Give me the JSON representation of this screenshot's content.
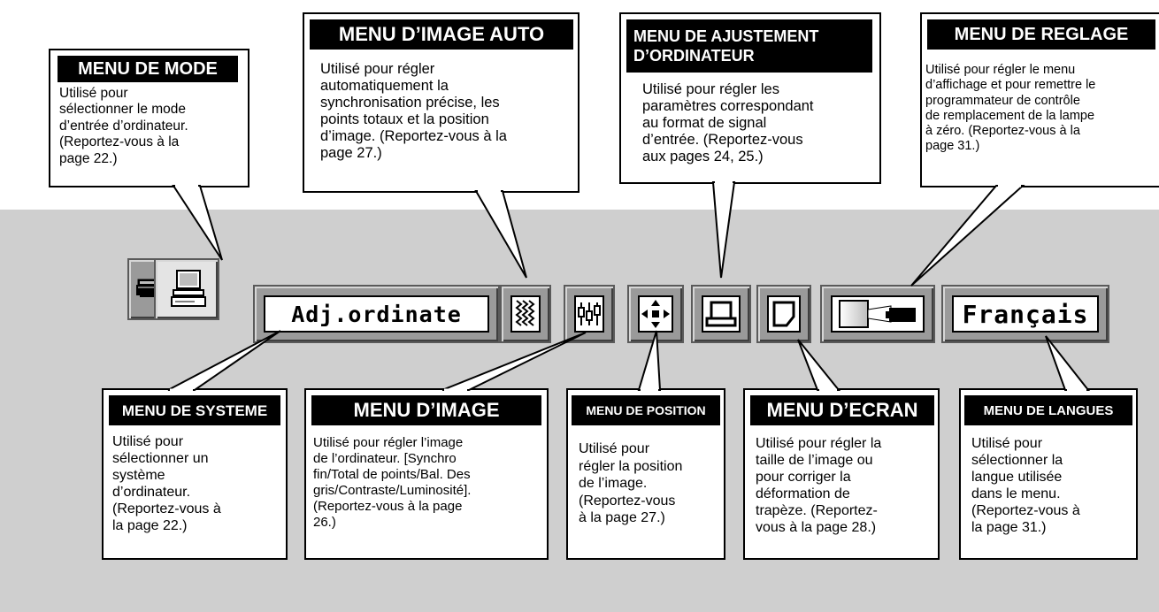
{
  "callouts": {
    "mode": {
      "title": "MENU DE MODE",
      "desc": "Utilisé pour\nsélectionner le mode\nd’entrée d’ordinateur.\n(Reportez-vous à la\npage 22.)"
    },
    "auto": {
      "title": "MENU D’IMAGE AUTO",
      "desc": "Utilisé pour régler\nautomatiquement la\nsynchronisation précise, les\npoints totaux et la position\nd’image. (Reportez-vous à la\npage 27.)"
    },
    "adjust": {
      "title_line1": "MENU DE AJUSTEMENT",
      "title_line2": "D’ORDINATEUR",
      "desc": "Utilisé pour régler les\nparamètres correspondant\nau format de signal\nd’entrée. (Reportez-vous\naux pages 24, 25.)"
    },
    "reglage": {
      "title": "MENU DE REGLAGE",
      "desc": "Utilisé pour régler le menu\nd’affichage et pour remettre le\nprogrammateur de contrôle\nde remplacement de la lampe\nà zéro. (Reportez-vous à la\npage 31.)"
    },
    "systeme": {
      "title": "MENU DE SYSTEME",
      "desc": "Utilisé pour\nsélectionner un\nsystème\nd’ordinateur.\n(Reportez-vous à\nla page 22.)"
    },
    "image": {
      "title": "MENU D’IMAGE",
      "desc": "Utilisé pour régler l’image\nde l’ordinateur. [Synchro\nfin/Total de points/Bal. Des\ngris/Contraste/Luminosité].\n(Reportez-vous à la page\n26.)"
    },
    "position": {
      "title": "MENU DE POSITION",
      "desc": "Utilisé pour\nrégler la position\nde l’image.\n(Reportez-vous\nà la page 27.)"
    },
    "ecran": {
      "title": "MENU D’ECRAN",
      "desc": "Utilisé pour régler la\ntaille de l’image ou\npour corriger la\ndéformation de\ntrapèze. (Reportez-\nvous à la page 28.)"
    },
    "langues": {
      "title": "MENU DE LANGUES",
      "desc": "Utilisé pour\nsélectionner la\nlangue utilisée\ndans le menu.\n(Reportez-vous à\nla page 31.)"
    }
  },
  "menubar": {
    "mode_icon": "projector-icon",
    "system_icon": "computer-icon",
    "adjust_label": "Adj.ordinate",
    "auto_icon": "zigzag-icon",
    "image_icon": "sliders-icon",
    "position_icon": "move-arrows-icon",
    "adjust_icon": "laptop-icon",
    "screen_icon": "screen-icon",
    "setting_icon": "screen-projector-icon",
    "language_label": "Français"
  }
}
